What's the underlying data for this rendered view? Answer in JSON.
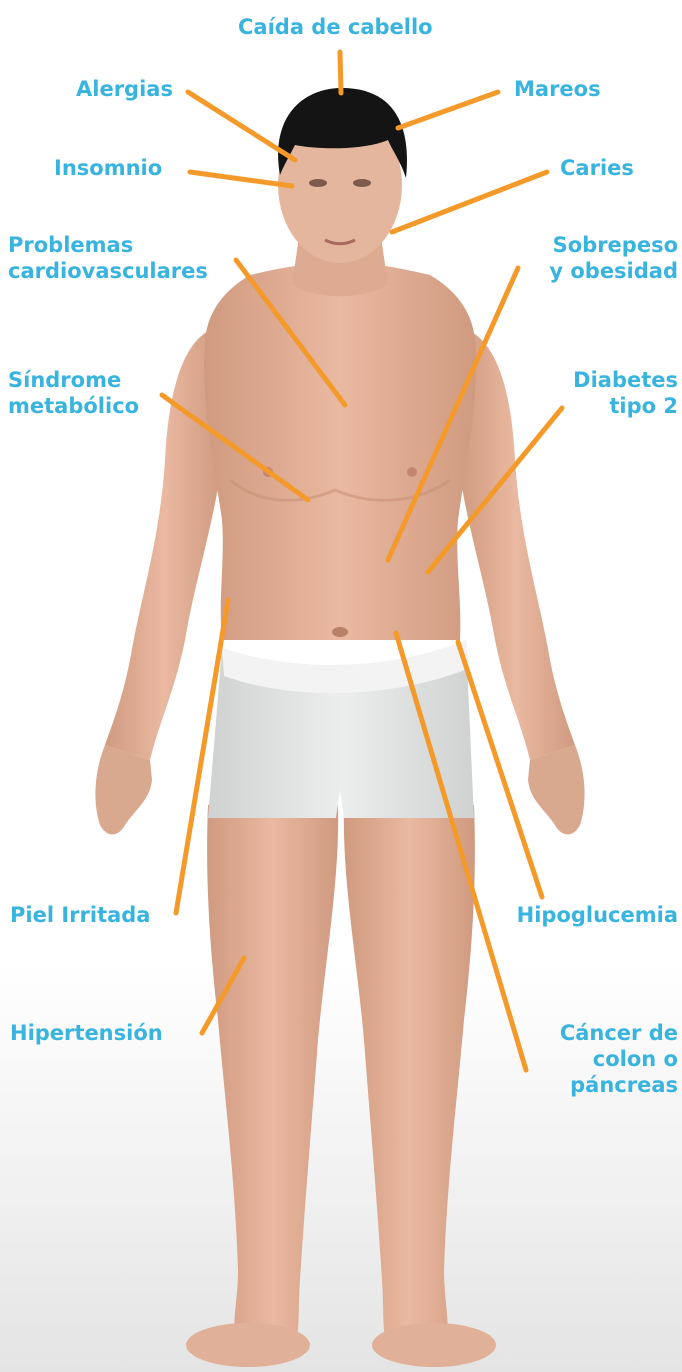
{
  "labels": {
    "hair_loss": "Caída de cabello",
    "allergies": "Alergias",
    "dizziness": "Mareos",
    "insomnia": "Insomnio",
    "caries": "Caries",
    "cardio_1": "Problemas",
    "cardio_2": "cardiovasculares",
    "overweight_1": "Sobrepeso",
    "overweight_2": "y obesidad",
    "metabolic_1": "Síndrome",
    "metabolic_2": "metabólico",
    "diabetes_1": "Diabetes",
    "diabetes_2": "tipo 2",
    "skin": "Piel Irritada",
    "hypoglycemia": "Hipoglucemia",
    "hypertension": "Hipertensión",
    "cancer_1": "Cáncer de",
    "cancer_2": "colon o",
    "cancer_3": "páncreas"
  },
  "colors": {
    "label_text": "#39b4df",
    "leader_line": "#f39a2b",
    "skin": "#e3b49c",
    "hair": "#141414",
    "underwear": "#e2e4e3"
  }
}
